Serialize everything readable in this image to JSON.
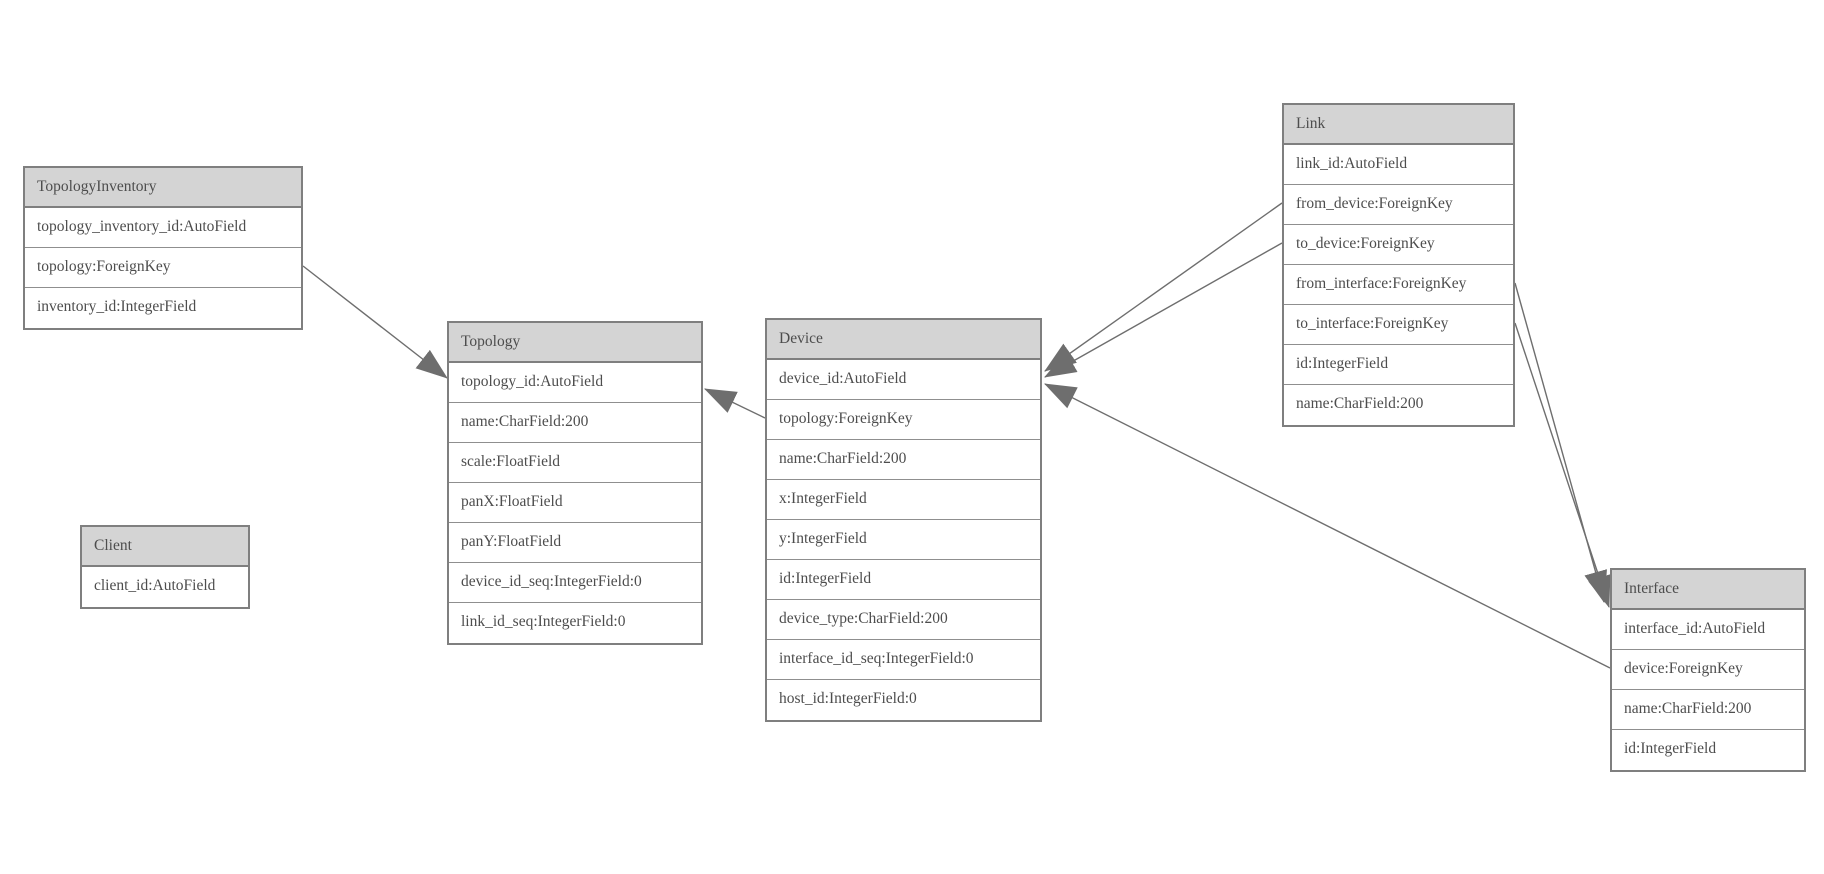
{
  "diagram": {
    "type": "database-model-diagram",
    "colors": {
      "background": "#ffffff",
      "header_fill": "#d4d4d4",
      "border": "#7f7f7f",
      "text": "#4d4d4d",
      "edge": "#6e6e6e",
      "arrowhead": "#6e6e6e"
    },
    "tables": [
      {
        "name": "TopologyInventory",
        "fields": [
          "topology_inventory_id:AutoField",
          "topology:ForeignKey",
          "inventory_id:IntegerField"
        ]
      },
      {
        "name": "Topology",
        "fields": [
          "topology_id:AutoField",
          "name:CharField:200",
          "scale:FloatField",
          "panX:FloatField",
          "panY:FloatField",
          "device_id_seq:IntegerField:0",
          "link_id_seq:IntegerField:0"
        ]
      },
      {
        "name": "Client",
        "fields": [
          "client_id:AutoField"
        ]
      },
      {
        "name": "Device",
        "fields": [
          "device_id:AutoField",
          "topology:ForeignKey",
          "name:CharField:200",
          "x:IntegerField",
          "y:IntegerField",
          "id:IntegerField",
          "device_type:CharField:200",
          "interface_id_seq:IntegerField:0",
          "host_id:IntegerField:0"
        ]
      },
      {
        "name": "Link",
        "fields": [
          "link_id:AutoField",
          "from_device:ForeignKey",
          "to_device:ForeignKey",
          "from_interface:ForeignKey",
          "to_interface:ForeignKey",
          "id:IntegerField",
          "name:CharField:200"
        ]
      },
      {
        "name": "Interface",
        "fields": [
          "interface_id:AutoField",
          "device:ForeignKey",
          "name:CharField:200",
          "id:IntegerField"
        ]
      }
    ],
    "connections": [
      {
        "from": "TopologyInventory.topology",
        "to": "Topology"
      },
      {
        "from": "Device.topology",
        "to": "Topology"
      },
      {
        "from": "Link.from_device",
        "to": "Device"
      },
      {
        "from": "Link.to_device",
        "to": "Device"
      },
      {
        "from": "Interface.device",
        "to": "Device"
      },
      {
        "from": "Link.from_interface",
        "to": "Interface"
      },
      {
        "from": "Link.to_interface",
        "to": "Interface"
      }
    ]
  }
}
